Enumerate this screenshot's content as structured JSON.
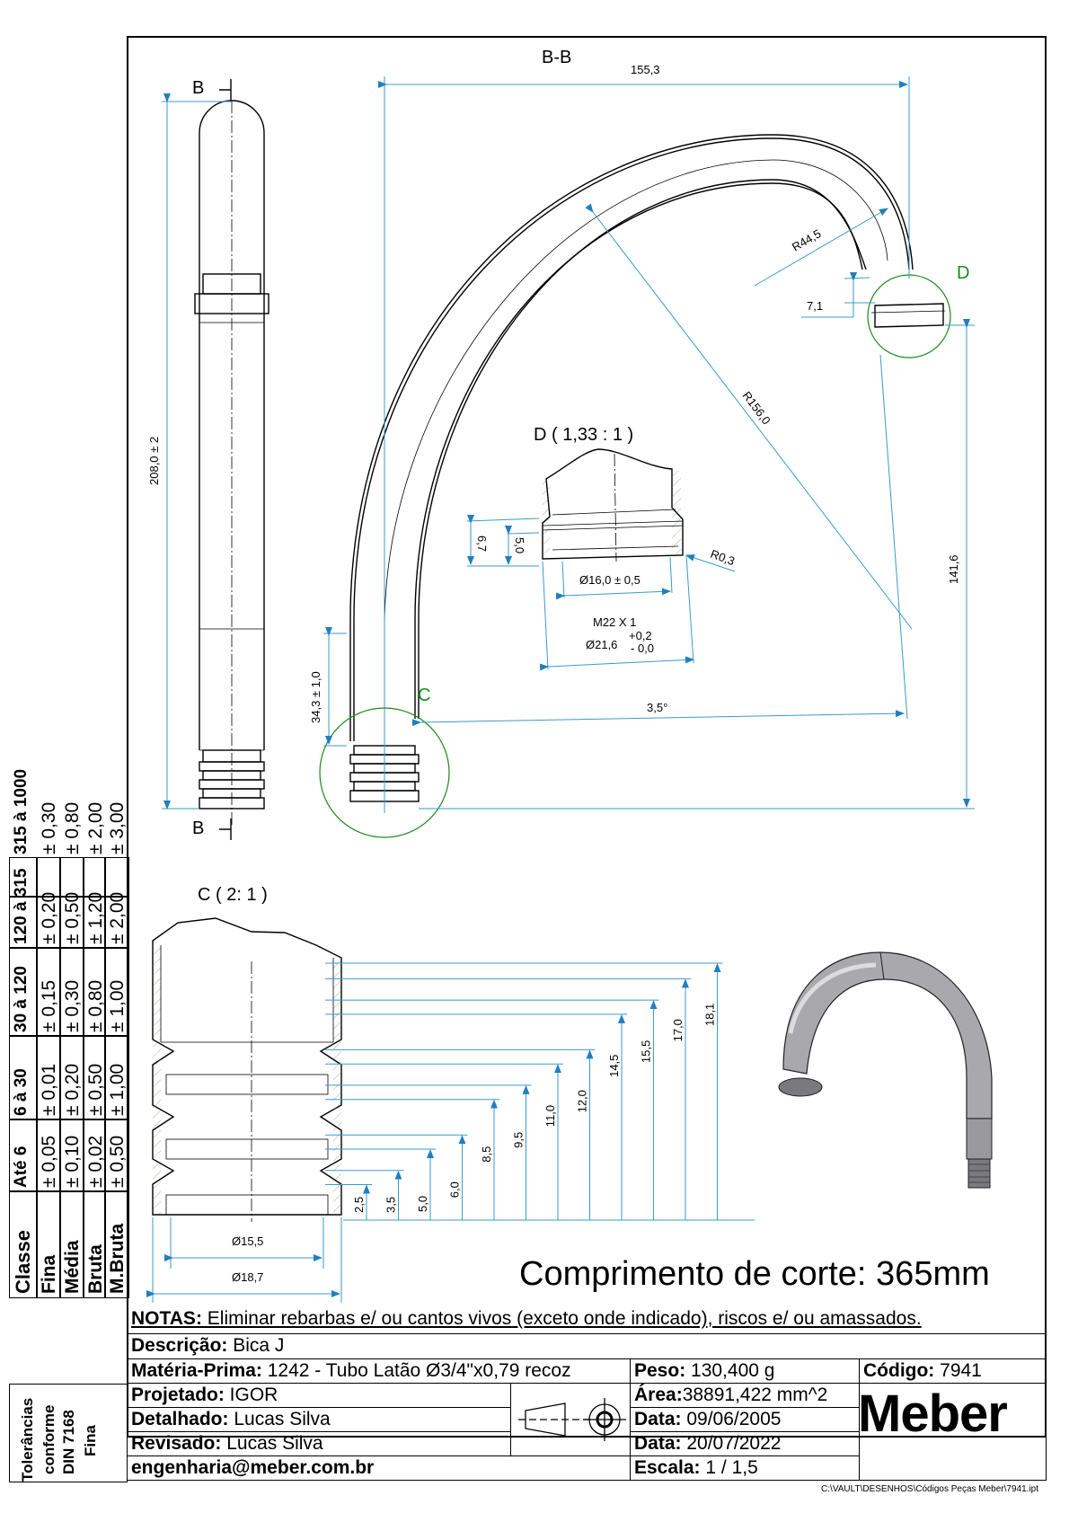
{
  "drawing": {
    "section_label": "B-B",
    "section_marker": "B",
    "detail_d_title": "D ( 1,33 : 1 )",
    "detail_c_title": "C ( 2: 1 )",
    "detail_d_marker": "D",
    "detail_c_marker": "C",
    "dimensions": {
      "width_total": "155,3",
      "length_straight": "208,0 ± 2",
      "radius_small": "R44,5",
      "radius_large": "R156,0",
      "offset_d": "7,1",
      "height_right": "141,6",
      "angle": "3,5°",
      "length_c": "34,3 ± 1,0"
    },
    "detail_d": {
      "h1": "6,7",
      "h2": "5,0",
      "radius": "R0,3",
      "inner_diameter": "Ø16,0 ± 0,5",
      "thread": "M22 X 1",
      "outer_diameter": "Ø21,6",
      "tol_plus": "+0,2",
      "tol_minus": "- 0,0"
    },
    "detail_c": {
      "inner_diameter": "Ø15,5",
      "outer_diameter": "Ø18,7",
      "heights": [
        "2,5",
        "3,5",
        "5,0",
        "6,0",
        "8,5",
        "9,5",
        "11,0",
        "12,0",
        "14,5",
        "15,5",
        "17,0",
        "18,1"
      ]
    }
  },
  "cut_length": "Comprimento de corte: 365mm",
  "notes": {
    "label": "NOTAS:",
    "text": " Eliminar rebarbas e/ ou cantos vivos (exceto onde indicado), riscos e/ ou amassados."
  },
  "tolerance_table": {
    "side_label_lines": [
      "Tolerâncias",
      "conforme",
      "DIN 7168",
      "Fina"
    ],
    "header": "Classe",
    "classes": [
      "Fina",
      "Média",
      "Bruta",
      "M.Bruta"
    ],
    "ranges": [
      {
        "label": "Até 6",
        "values": [
          "± 0,05",
          "± 0,10",
          "± 0,02",
          "± 0,50"
        ]
      },
      {
        "label": "6 à 30",
        "values": [
          "± 0,01",
          "± 0,20",
          "± 0,50",
          "± 1,00"
        ]
      },
      {
        "label": "30 à 120",
        "values": [
          "± 0,15",
          "± 0,30",
          "± 0,80",
          "± 1,00"
        ]
      },
      {
        "label": "120 à 315",
        "values": [
          "± 0,20",
          "± 0,50",
          "± 1,20",
          "± 2,00"
        ]
      },
      {
        "label": "315 à 1000",
        "values": [
          "± 0,30",
          "± 0,80",
          "± 2,00",
          "± 3,00"
        ]
      }
    ]
  },
  "title_block": {
    "descricao_label": "Descrição:",
    "descricao": " Bica J",
    "materia_label": "Matéria-Prima:",
    "materia": " 1242 - Tubo Latão Ø3/4\"x0,79 recoz",
    "peso_label": "Peso:",
    "peso": " 130,400 g",
    "codigo_label": "Código:",
    "codigo": " 7941",
    "projetado_label": "Projetado:",
    "projetado": " IGOR",
    "detalhado_label": "Detalhado:",
    "detalhado": " Lucas Silva",
    "revisado_label": "Revisado:",
    "revisado": " Lucas Silva",
    "email": "engenharia@meber.com.br",
    "area_label": "Área:",
    "area": "38891,422 mm^2",
    "data1_label": "Data:",
    "data1": " 09/06/2005",
    "data2_label": "Data:",
    "data2": " 20/07/2022",
    "escala_label": "Escala:",
    "escala": " 1 / 1,5",
    "logo": "Meber"
  },
  "file_path": "C:\\VAULT\\DESENHOS\\Códigos Peças Meber\\7941.ipt"
}
